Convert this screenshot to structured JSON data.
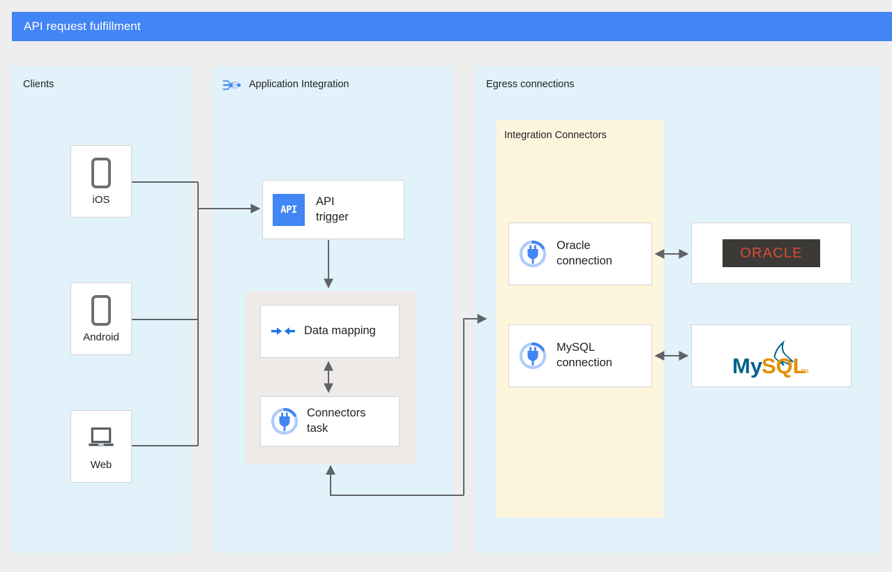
{
  "header": {
    "title": "API request fulfillment",
    "bar_color": "#4285f4",
    "text_color": "#ffffff"
  },
  "panels": {
    "clients": {
      "label": "Clients",
      "bg": "#e1f2fb"
    },
    "application_integration": {
      "label": "Application Integration",
      "bg": "#e1f2fb",
      "icon": "application-integration-icon"
    },
    "egress": {
      "label": "Egress connections",
      "bg": "#e1f2fb"
    },
    "integration_connectors": {
      "label": "Integration Connectors",
      "bg": "#fef5dd"
    }
  },
  "clients": [
    {
      "label": "iOS",
      "icon": "mobile-phone-icon"
    },
    {
      "label": "Android",
      "icon": "mobile-phone-icon"
    },
    {
      "label": "Web",
      "icon": "laptop-icon"
    }
  ],
  "integration_nodes": {
    "api_trigger": {
      "label": "API\ntrigger",
      "icon": "api-icon",
      "icon_text": "API"
    },
    "data_mapping": {
      "label": "Data mapping",
      "icon": "data-mapping-icon"
    },
    "connectors_task": {
      "label": "Connectors\ntask",
      "icon": "connector-plug-icon"
    }
  },
  "connections": [
    {
      "label": "Oracle\nconnection",
      "icon": "connector-plug-icon",
      "target": "oracle"
    },
    {
      "label": "MySQL\nconnection",
      "icon": "connector-plug-icon",
      "target": "mysql"
    }
  ],
  "backends": {
    "oracle": {
      "name": "ORACLE",
      "logo_bg": "#3b3a36",
      "logo_fg": "#dd4b32"
    },
    "mysql": {
      "name": "MySQL",
      "my_color": "#00618a",
      "sql_color": "#e48e00",
      "tm": "TM"
    }
  },
  "colors": {
    "canvas": "#eeeeee",
    "panel_blue": "#e1f2fb",
    "panel_cream": "#fef5dd",
    "group_gray": "#edeae8",
    "wire": "#5f6368",
    "accent_blue": "#4285f4",
    "device_gray": "#6e6e6e"
  }
}
